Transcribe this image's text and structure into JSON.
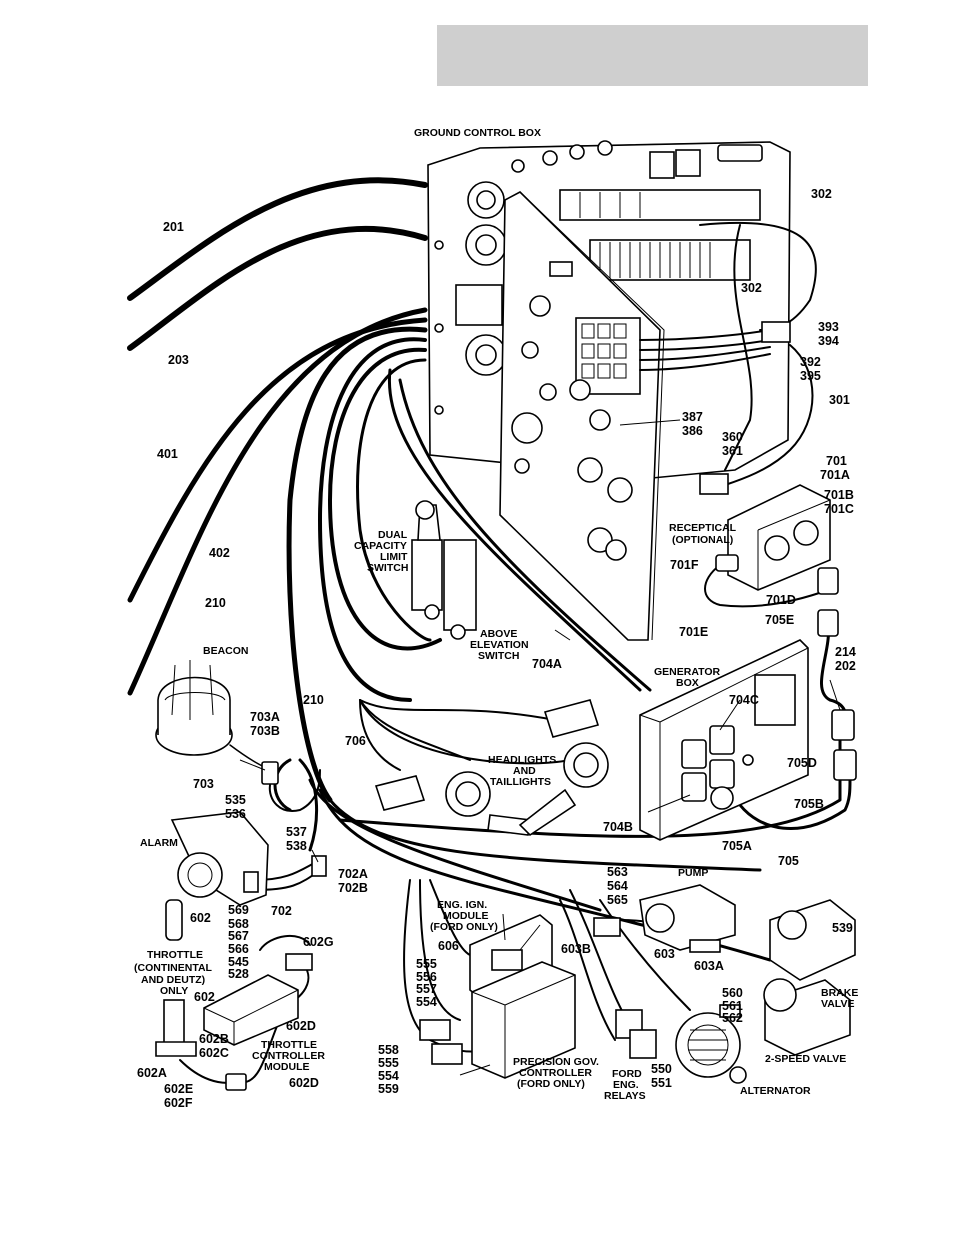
{
  "header": {
    "text": ""
  },
  "labels": {
    "ground_control_box": "GROUND CONTROL BOX",
    "w201": "201",
    "w203": "203",
    "w401": "401",
    "w402": "402",
    "w210a": "210",
    "w210b": "210",
    "w302a": "302",
    "w302b": "302",
    "w393": "393",
    "w394": "394",
    "w392": "392",
    "w395": "395",
    "w301": "301",
    "w387": "387",
    "w386": "386",
    "w360": "360",
    "w361": "361",
    "w701": "701",
    "w701a": "701A",
    "w701b": "701B",
    "w701c": "701C",
    "receptical": "RECEPTICAL",
    "optional": "(OPTIONAL)",
    "w701f": "701F",
    "w701d": "701D",
    "w701e": "701E",
    "w705e": "705E",
    "w214": "214",
    "w202": "202",
    "generator_box_1": "GENERATOR",
    "generator_box_2": "BOX",
    "w704c": "704C",
    "w704a": "704A",
    "w704b": "704B",
    "w705d": "705D",
    "w705b": "705B",
    "w705a": "705A",
    "w705": "705",
    "dcls_1": "DUAL",
    "dcls_2": "CAPACITY",
    "dcls_3": "LIMIT",
    "dcls_4": "SWITCH",
    "aes_1": "ABOVE",
    "aes_2": "ELEVATION",
    "aes_3": "SWITCH",
    "beacon": "BEACON",
    "w703a": "703A",
    "w703b": "703B",
    "w703": "703",
    "w535": "535",
    "w536": "536",
    "w706": "706",
    "hl_1": "HEADLIGHTS",
    "hl_2": "AND",
    "hl_3": "TAILLIGHTS",
    "alarm": "ALARM",
    "w537": "537",
    "w538": "538",
    "w702a": "702A",
    "w702b": "702B",
    "w702": "702",
    "w563": "563",
    "w564": "564",
    "w565": "565",
    "pump": "PUMP",
    "w602": "602",
    "w569": "569",
    "w568": "568",
    "w567": "567",
    "w566": "566",
    "w545": "545",
    "w528": "528",
    "w602g": "602G",
    "thr_1": "THROTTLE",
    "thr_2": "(CONTINENTAL",
    "thr_3": "AND DEUTZ)",
    "thr_4": "ONLY",
    "w602_2": "602",
    "w602b": "602B",
    "w602c": "602C",
    "w602d": "602D",
    "w602d2": "602D",
    "tcm_1": "THROTTLE",
    "tcm_2": "CONTROLLER",
    "tcm_3": "MODULE",
    "w602a": "602A",
    "w602e": "602E",
    "w602f": "602F",
    "eim_1": "ENG. IGN.",
    "eim_2": "MODULE",
    "eim_3": "(FORD ONLY)",
    "w606": "606",
    "w603b": "603B",
    "w603": "603",
    "w603a": "603A",
    "w555": "555",
    "w556": "556",
    "w557": "557",
    "w554": "554",
    "w558": "558",
    "w555b": "555",
    "w554b": "554",
    "w559": "559",
    "pgc_1": "PRECISION GOV.",
    "pgc_2": "CONTROLLER",
    "pgc_3": "(FORD ONLY)",
    "fer_1": "FORD",
    "fer_2": "ENG.",
    "fer_3": "RELAYS",
    "w550": "550",
    "w551": "551",
    "w560": "560",
    "w561": "561",
    "w562": "562",
    "alternator": "ALTERNATOR",
    "w539": "539",
    "bv_1": "BRAKE",
    "bv_2": "VALVE",
    "two_speed_valve": "2-SPEED VALVE"
  }
}
